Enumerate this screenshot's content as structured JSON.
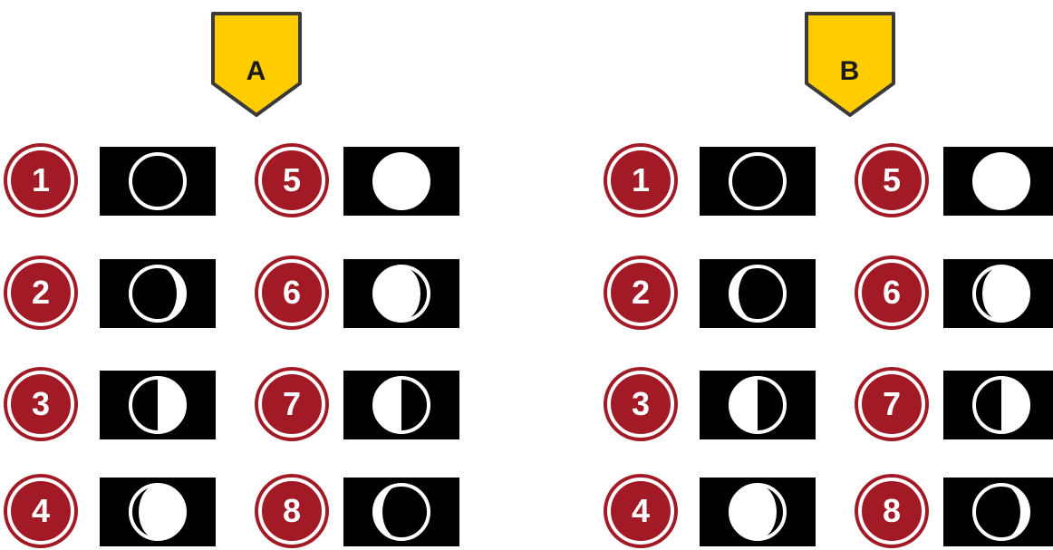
{
  "colors": {
    "badge": "#a11a26",
    "badge_ring": "#ffffff",
    "shield_fill": "#ffcc00",
    "shield_stroke": "#3a3a3a",
    "panel": "#000000",
    "moon_light": "#ffffff",
    "moon_dark": "#000000"
  },
  "groups": [
    {
      "label": "A",
      "items": [
        {
          "number": "1",
          "phase": "new",
          "lit_side": "none",
          "lit_fraction": 0.0
        },
        {
          "number": "2",
          "phase": "waxing-crescent",
          "lit_side": "right",
          "lit_fraction": 0.15
        },
        {
          "number": "3",
          "phase": "first-quarter",
          "lit_side": "right",
          "lit_fraction": 0.5
        },
        {
          "number": "4",
          "phase": "waxing-gibbous",
          "lit_side": "right",
          "lit_fraction": 0.85
        },
        {
          "number": "5",
          "phase": "full",
          "lit_side": "all",
          "lit_fraction": 1.0
        },
        {
          "number": "6",
          "phase": "waning-gibbous",
          "lit_side": "left",
          "lit_fraction": 0.85
        },
        {
          "number": "7",
          "phase": "last-quarter",
          "lit_side": "left",
          "lit_fraction": 0.5
        },
        {
          "number": "8",
          "phase": "waning-crescent",
          "lit_side": "left",
          "lit_fraction": 0.15
        }
      ]
    },
    {
      "label": "B",
      "items": [
        {
          "number": "1",
          "phase": "new",
          "lit_side": "none",
          "lit_fraction": 0.0
        },
        {
          "number": "2",
          "phase": "waning-crescent",
          "lit_side": "left",
          "lit_fraction": 0.15
        },
        {
          "number": "3",
          "phase": "last-quarter",
          "lit_side": "left",
          "lit_fraction": 0.5
        },
        {
          "number": "4",
          "phase": "waning-gibbous",
          "lit_side": "left",
          "lit_fraction": 0.85
        },
        {
          "number": "5",
          "phase": "full",
          "lit_side": "all",
          "lit_fraction": 1.0
        },
        {
          "number": "6",
          "phase": "waxing-gibbous",
          "lit_side": "right",
          "lit_fraction": 0.85
        },
        {
          "number": "7",
          "phase": "first-quarter",
          "lit_side": "right",
          "lit_fraction": 0.5
        },
        {
          "number": "8",
          "phase": "waxing-crescent",
          "lit_side": "right",
          "lit_fraction": 0.15
        }
      ]
    }
  ]
}
